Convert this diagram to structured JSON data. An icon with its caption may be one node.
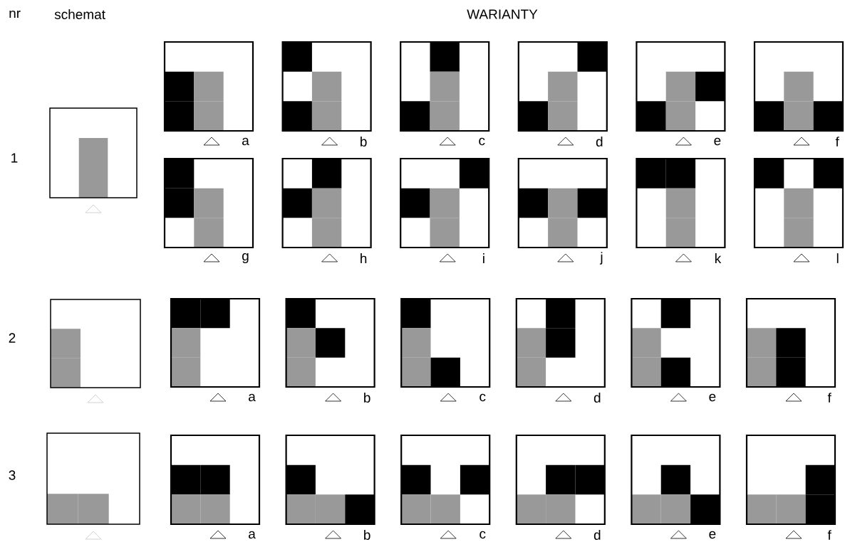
{
  "diagram": {
    "labels": [
      "nr",
      "schemat",
      "WARIANTY",
      "1",
      "a",
      "b",
      "c",
      "d",
      "e",
      "f",
      "g",
      "h",
      "i",
      "j",
      "k",
      "l",
      "2",
      "a",
      "b",
      "c",
      "d",
      "e",
      "f",
      "3",
      "a",
      "b",
      "c",
      "d",
      "e",
      "f"
    ]
  }
}
